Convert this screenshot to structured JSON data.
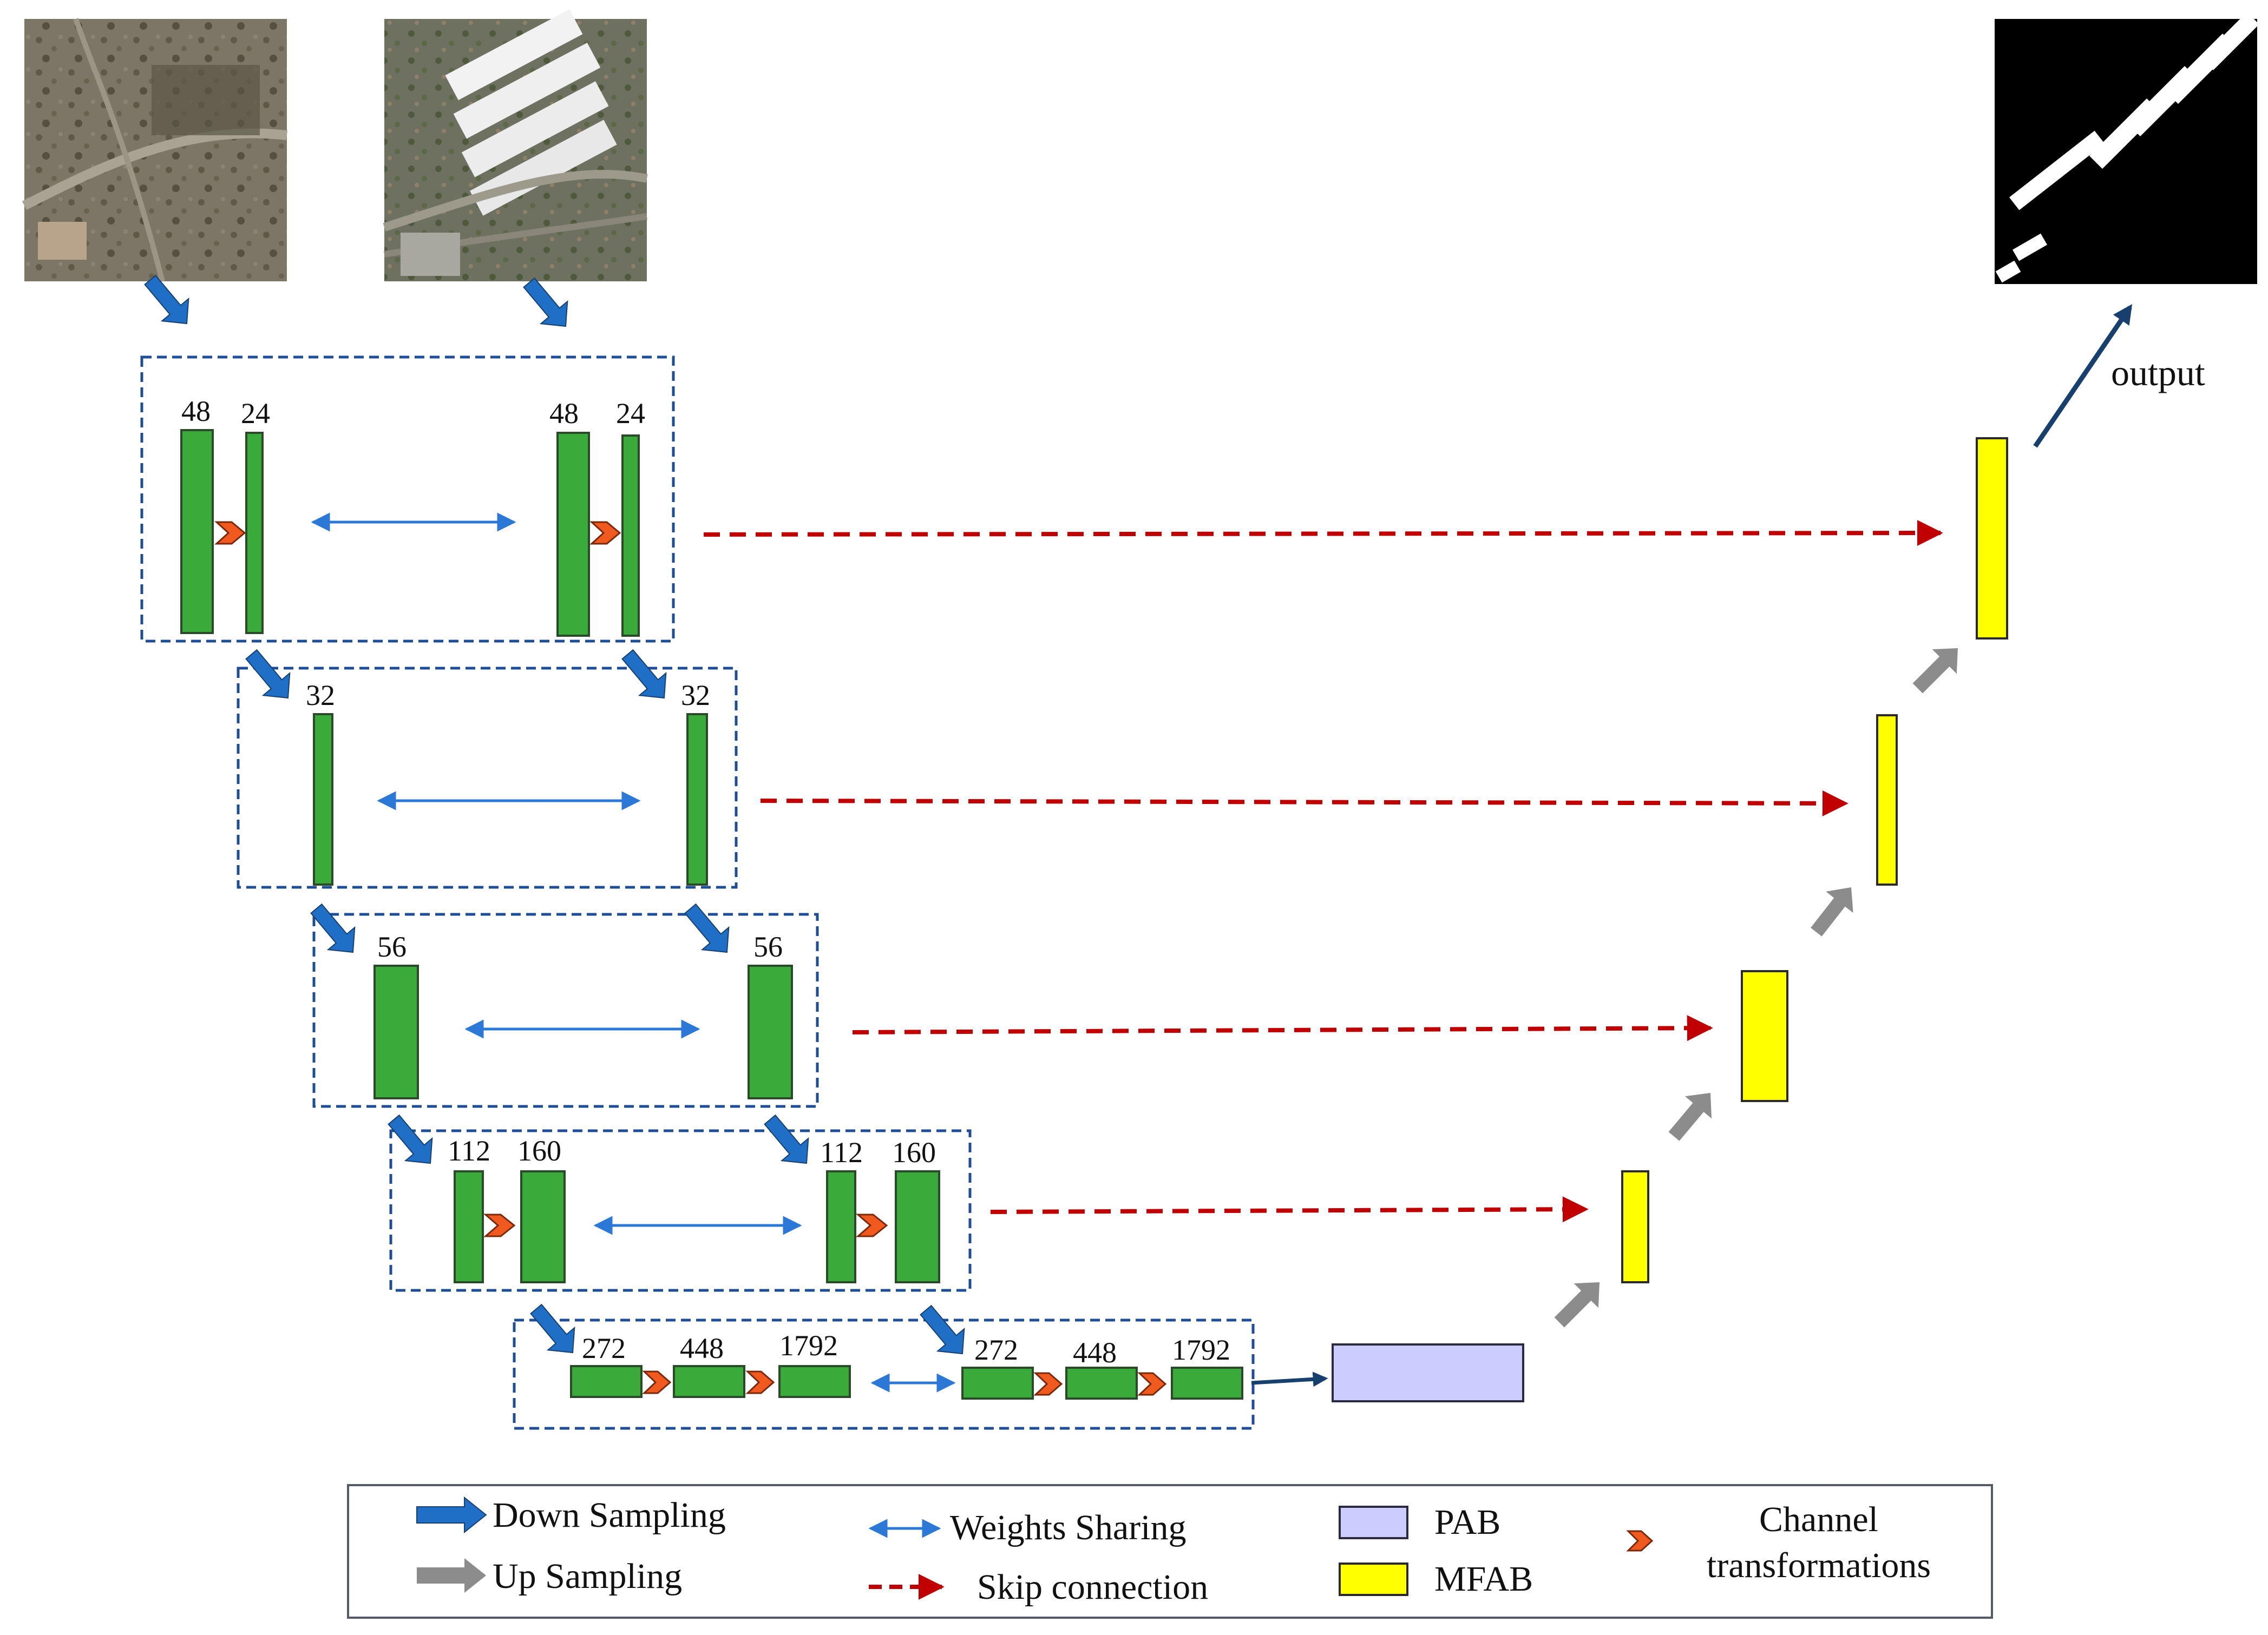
{
  "images": {
    "input_a": "satellite-image-icon",
    "input_b": "satellite-image-icon",
    "output_mask": "segmentation-mask-icon"
  },
  "output_label": "output",
  "stages": [
    {
      "left_labels": [
        "48",
        "24"
      ],
      "right_labels": [
        "48",
        "24"
      ]
    },
    {
      "left_labels": [
        "32"
      ],
      "right_labels": [
        "32"
      ]
    },
    {
      "left_labels": [
        "56"
      ],
      "right_labels": [
        "56"
      ]
    },
    {
      "left_labels": [
        "112",
        "160"
      ],
      "right_labels": [
        "112",
        "160"
      ]
    },
    {
      "left_labels": [
        "272",
        "448",
        "1792"
      ],
      "right_labels": [
        "272",
        "448",
        "1792"
      ]
    }
  ],
  "legend": {
    "down_sampling": "Down Sampling",
    "up_sampling": "Up Sampling",
    "weights_sharing": "Weights Sharing",
    "skip_connection": "Skip connection",
    "pab": "PAB",
    "mfab": "MFAB",
    "channel_line1": "Channel",
    "channel_line2": "transformations"
  },
  "colors": {
    "encoder_green": "#3aaa3a",
    "mfab_yellow": "#ffff00",
    "pab_lavender": "#ccccff",
    "down_arrow_blue": "#1f6fc7",
    "up_arrow_gray": "#8c8c8c",
    "skip_red": "#c00000",
    "channel_orange": "#f05a1e",
    "dashed_box_blue": "#1f4e99"
  }
}
